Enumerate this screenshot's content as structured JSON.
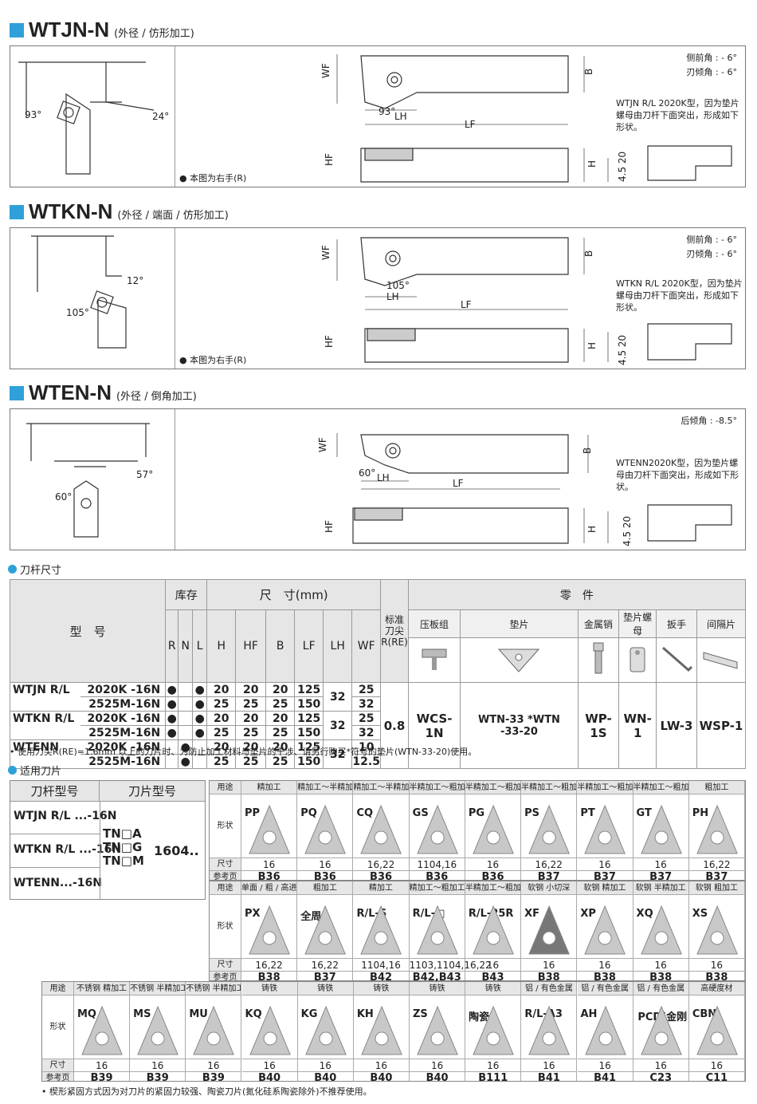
{
  "sections": [
    {
      "title": "WTJN-N",
      "sub": "(外径 / 仿形加工)",
      "angles": [
        "侧前角 : - 6°",
        "刃倾角 : - 6°"
      ],
      "note": "WTJN R/L 2020K型，因为垫片螺母由刀杆下面突出，形成如下形状。",
      "rh": "● 本图为右手(R)",
      "angle_labels": [
        "93°",
        "24°",
        "93°"
      ]
    },
    {
      "title": "WTKN-N",
      "sub": "(外径 / 端面 / 仿形加工)",
      "angles": [
        "侧前角 : - 6°",
        "刃倾角 : - 6°"
      ],
      "note": "WTKN R/L 2020K型，因为垫片螺母由刀杆下面突出，形成如下形状。",
      "rh": "● 本图为右手(R)",
      "angle_labels": [
        "12°",
        "105°",
        "105°"
      ]
    },
    {
      "title": "WTEN-N",
      "sub": "(外径 / 倒角加工)",
      "angles": [
        "后倾角 : -8.5°"
      ],
      "note": "WTENN2020K型，因为垫片螺母由刀杆下面突出，形成如下形状。",
      "rh": "",
      "angle_labels": [
        "57°",
        "60°",
        "60°"
      ]
    }
  ],
  "dim_labels": {
    "wf": "WF",
    "b": "B",
    "lh": "LH",
    "lf": "LF",
    "hf": "HF",
    "h": "H",
    "v": "4.5 20"
  },
  "size_table": {
    "heading": "刀杆尺寸",
    "col_model": "型　号",
    "col_stock": "库存",
    "col_dims": "尺　寸(mm)",
    "col_re": "标准刀尖R(RE)",
    "col_parts": "零　件",
    "stock_cols": [
      "R",
      "N",
      "L"
    ],
    "dim_cols": [
      "H",
      "HF",
      "B",
      "LF",
      "LH",
      "WF"
    ],
    "parts_cols": [
      "压板组",
      "垫片",
      "金属销",
      "垫片螺母",
      "扳手",
      "间隔片"
    ],
    "rows": [
      {
        "series": "WTJN R/L",
        "model": "2020K -16N",
        "r": "●",
        "n": "",
        "l": "●",
        "h": "20",
        "hf": "20",
        "b": "20",
        "lf": "125",
        "lh": "32",
        "wf": "25"
      },
      {
        "series": "",
        "model": "2525M-16N",
        "r": "●",
        "n": "",
        "l": "●",
        "h": "25",
        "hf": "25",
        "b": "25",
        "lf": "150",
        "lh": "",
        "wf": "32"
      },
      {
        "series": "WTKN R/L",
        "model": "2020K -16N",
        "r": "●",
        "n": "",
        "l": "●",
        "h": "20",
        "hf": "20",
        "b": "20",
        "lf": "125",
        "lh": "32",
        "wf": "25"
      },
      {
        "series": "",
        "model": "2525M-16N",
        "r": "●",
        "n": "",
        "l": "●",
        "h": "25",
        "hf": "25",
        "b": "25",
        "lf": "150",
        "lh": "",
        "wf": "32"
      },
      {
        "series": "WTENN",
        "model": "2020K -16N",
        "r": "",
        "n": "●",
        "l": "",
        "h": "20",
        "hf": "20",
        "b": "20",
        "lf": "125",
        "lh": "32",
        "wf": "10"
      },
      {
        "series": "",
        "model": "2525M-16N",
        "r": "",
        "n": "●",
        "l": "",
        "h": "25",
        "hf": "25",
        "b": "25",
        "lf": "150",
        "lh": "",
        "wf": "12.5"
      }
    ],
    "re": "0.8",
    "parts": [
      "WCS-1N",
      "WTN-33 *WTN -33-20",
      "WP-1S",
      "WN-1",
      "LW-3",
      "WSP-1"
    ],
    "footnote": "• 使用刀尖R(RE)=1.6mm 以上的刀片时、为防止加工材料与垫片的干涉、请另行购买*符号的垫片(WTN-33-20)使用。"
  },
  "insert_section": {
    "heading": "适用刀片",
    "holder_head": "刀杆型号",
    "insert_head": "刀片型号",
    "holders": [
      "WTJN R/L ...-16N",
      "WTKN R/L ...-16N",
      "WTENN...-16N"
    ],
    "insert_types": [
      "TN□A",
      "TN□G",
      "TN□M"
    ],
    "insert_size": "1604..",
    "row_labels": {
      "use": "用途",
      "shape": "形状",
      "size": "尺寸",
      "page": "参考页"
    },
    "row1": [
      {
        "name": "PP",
        "cat": "精加工",
        "size": "16",
        "page": "B36"
      },
      {
        "name": "PQ",
        "cat": "精加工～半精加工",
        "size": "16",
        "page": "B36"
      },
      {
        "name": "CQ",
        "cat": "精加工～半精加工",
        "size": "16,22",
        "page": "B36"
      },
      {
        "name": "GS",
        "cat": "半精加工～粗加工",
        "size": "1104,16",
        "page": "B36"
      },
      {
        "name": "PG",
        "cat": "半精加工～粗加工",
        "size": "16",
        "page": "B36"
      },
      {
        "name": "PS",
        "cat": "半精加工～粗加工",
        "size": "16,22",
        "page": "B37"
      },
      {
        "name": "PT",
        "cat": "半精加工～粗加工 / 高进给",
        "size": "16",
        "page": "B37"
      },
      {
        "name": "GT",
        "cat": "半精加工～粗加工 / 高进给",
        "size": "16",
        "page": "B37"
      },
      {
        "name": "PH",
        "cat": "粗加工",
        "size": "16,22",
        "page": "B37"
      }
    ],
    "row2": [
      {
        "name": "PX",
        "cat": "单面 / 粗 / 高进给",
        "size": "16,22",
        "page": "B38"
      },
      {
        "name": "全周",
        "cat": "粗加工",
        "size": "16,22",
        "page": "B37"
      },
      {
        "name": "R/L-S",
        "cat": "精加工",
        "size": "1104,16",
        "page": "B42"
      },
      {
        "name": "R/L-□",
        "cat": "精加工～粗加工",
        "size": "1103,1104,16,22",
        "page": "B42,B43"
      },
      {
        "name": "R/L-25R",
        "cat": "半精加工～粗加工・低切削",
        "size": "16",
        "page": "B43"
      },
      {
        "name": "XF",
        "cat": "软钢 小切深",
        "size": "16",
        "page": "B38"
      },
      {
        "name": "XP",
        "cat": "软钢 精加工",
        "size": "16",
        "page": "B38"
      },
      {
        "name": "XQ",
        "cat": "软钢 半精加工",
        "size": "16",
        "page": "B38"
      },
      {
        "name": "XS",
        "cat": "软钢 粗加工",
        "size": "16",
        "page": "B38"
      }
    ],
    "row3": [
      {
        "name": "MQ",
        "cat": "不锈钢 精加工",
        "size": "16",
        "page": "B39"
      },
      {
        "name": "MS",
        "cat": "不锈钢 半精加工～粗加工",
        "size": "16",
        "page": "B39"
      },
      {
        "name": "MU",
        "cat": "不锈钢 半精加工～粗加工",
        "size": "16",
        "page": "B39"
      },
      {
        "name": "KQ",
        "cat": "铸铁",
        "size": "16",
        "page": "B40"
      },
      {
        "name": "KG",
        "cat": "铸铁",
        "size": "16",
        "page": "B40"
      },
      {
        "name": "KH",
        "cat": "铸铁",
        "size": "16",
        "page": "B40"
      },
      {
        "name": "ZS",
        "cat": "铸铁",
        "size": "16",
        "page": "B40"
      },
      {
        "name": "陶瓷",
        "cat": "铸铁",
        "size": "16",
        "page": "B111"
      },
      {
        "name": "R/L-A3",
        "cat": "铝 / 有色金属",
        "size": "16",
        "page": "B41"
      },
      {
        "name": "AH",
        "cat": "铝 / 有色金属",
        "size": "16",
        "page": "B41"
      },
      {
        "name": "PCD(金刚石)",
        "cat": "铝 / 有色金属",
        "size": "16",
        "page": "C23"
      },
      {
        "name": "CBN",
        "cat": "高硬度材",
        "size": "16",
        "page": "C11"
      }
    ],
    "footnote": "• 楔形紧固方式因为对刀片的紧固力较强、陶瓷刀片(氮化硅系陶瓷除外)不推荐使用。"
  }
}
